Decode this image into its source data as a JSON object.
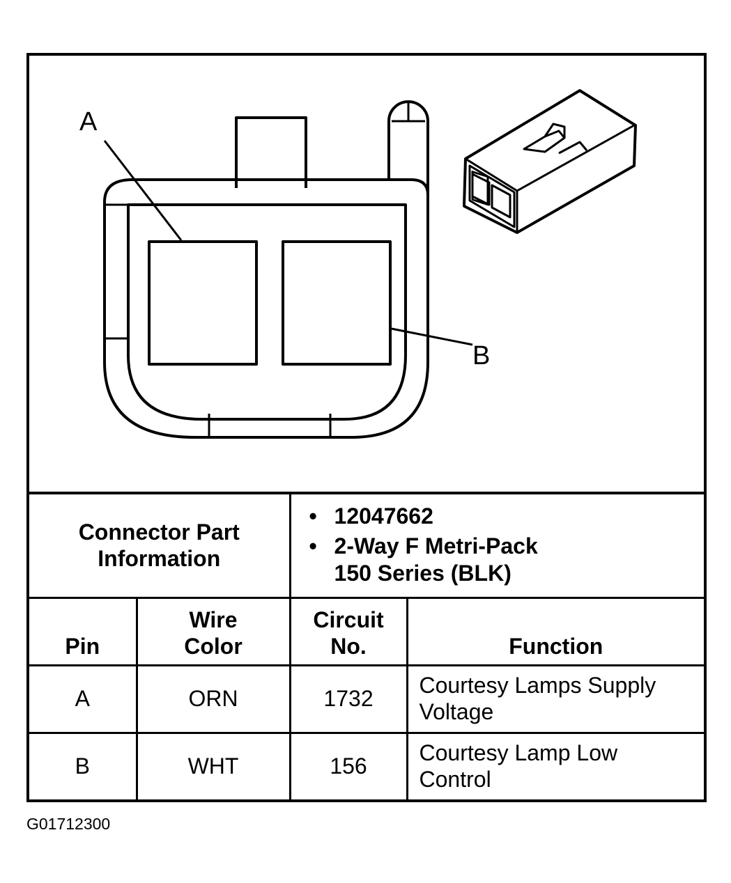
{
  "diagram": {
    "callouts": {
      "a": "A",
      "b": "B"
    }
  },
  "connector_info": {
    "label": "Connector Part Information",
    "part_number": "12047662",
    "description_line1": "2-Way F Metri-Pack",
    "description_line2": "150 Series (BLK)"
  },
  "table": {
    "headers": {
      "pin": "Pin",
      "wire_color_line1": "Wire",
      "wire_color_line2": "Color",
      "circuit_line1": "Circuit",
      "circuit_line2": "No.",
      "function": "Function"
    },
    "rows": [
      {
        "pin": "A",
        "wire_color": "ORN",
        "circuit": "1732",
        "function_line1": "Courtesy Lamps Supply",
        "function_line2": "Voltage"
      },
      {
        "pin": "B",
        "wire_color": "WHT",
        "circuit": "156",
        "function_line1": "Courtesy Lamp Low",
        "function_line2": "Control"
      }
    ]
  },
  "figure_id": "G01712300"
}
